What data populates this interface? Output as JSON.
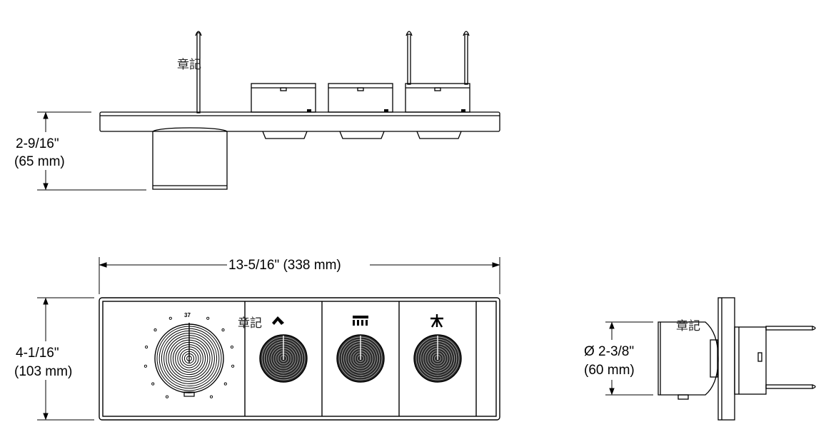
{
  "dimensions": {
    "height_top": "2-9/16\"",
    "height_top_mm": "(65 mm)",
    "width": "13-5/16\" (338 mm)",
    "height_front": "4-1/16\"",
    "height_front_mm": "(103 mm)",
    "diameter": "Ø 2-3/8\"",
    "diameter_mm": "(60 mm)"
  },
  "dial": {
    "temperature_label": "37"
  },
  "watermark": "章記",
  "icons": [
    "tub-spout-icon",
    "rain-shower-icon",
    "hand-shower-icon"
  ],
  "colors": {
    "line": "#000000",
    "knob_fill": "#2b2b2b",
    "background": "#ffffff"
  }
}
